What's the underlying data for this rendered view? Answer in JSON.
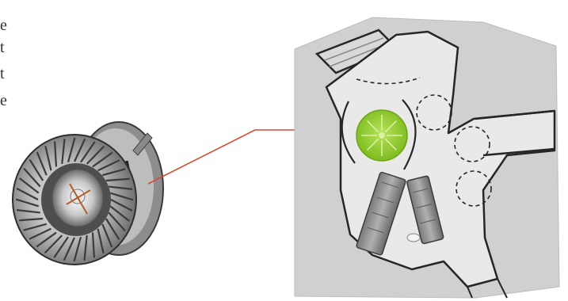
{
  "edge_text": [
    "e",
    "t",
    "t",
    "e"
  ],
  "colors": {
    "background": "#ffffff",
    "housing_fill": "#d0d0d0",
    "duct_fill": "#e9e9e9",
    "outline": "#262626",
    "fan_highlight": "#8fce2a",
    "leader_line": "#d44a3a",
    "motor_metal": "#9a9a9a"
  },
  "components": {
    "blower_motor": "blower-motor-icon",
    "hvac_housing": "hvac-housing-icon",
    "fan_location": "fan-location-highlight",
    "heater_cores": "heater-core-icon"
  }
}
